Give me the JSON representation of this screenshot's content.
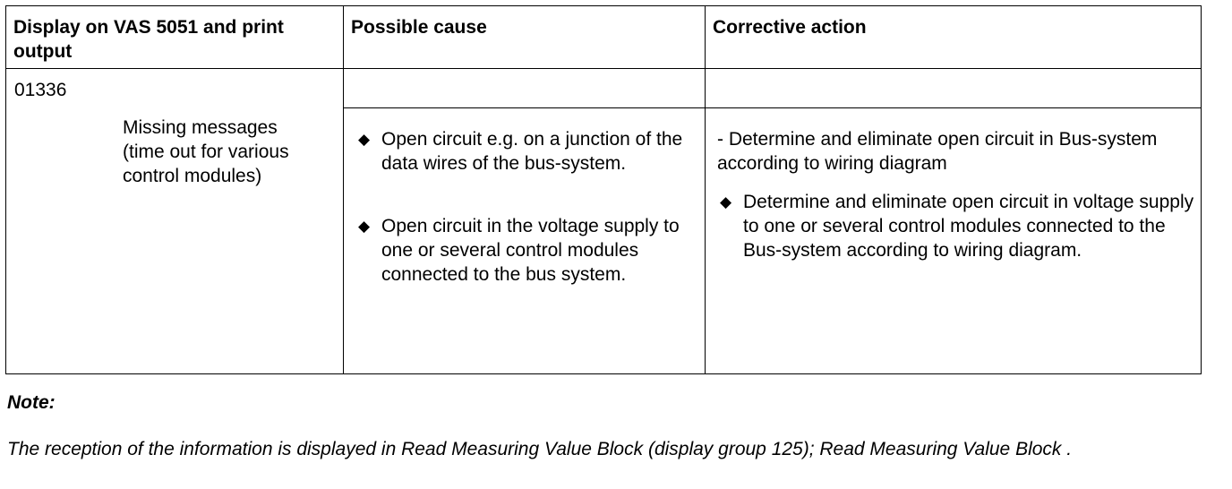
{
  "table": {
    "headers": {
      "display": "Display on VAS 5051 and print output",
      "cause": "Possible cause",
      "action": "Corrective action"
    },
    "row": {
      "code": "01336",
      "message": "Missing messages (time out for various control modules)",
      "causes": [
        "Open circuit e.g. on a junction of the data wires of the bus-system.",
        "Open circuit in the voltage supply to one or several control modules connected to the bus system."
      ],
      "action_intro": "- Determine and eliminate open circuit in Bus-system according to wiring diagram",
      "actions": [
        "Determine and eliminate open circuit in voltage supply to one or several control modules connected to the Bus-system according to wiring diagram."
      ]
    }
  },
  "note": {
    "label": "Note:",
    "text": "The reception of the information is displayed in Read Measuring Value Block (display group 125); Read Measuring Value Block ."
  }
}
